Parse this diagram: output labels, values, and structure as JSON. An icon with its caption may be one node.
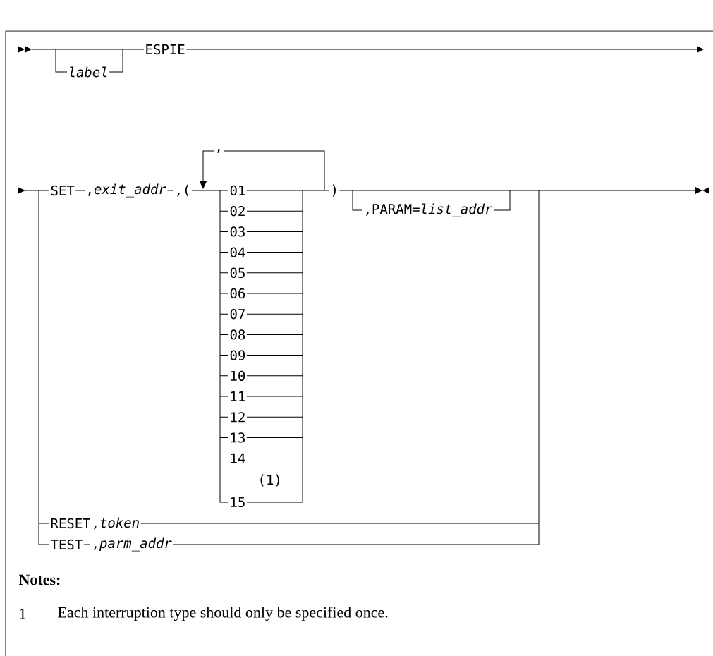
{
  "diagram": {
    "labels": [
      "ESPIE",
      "label",
      ",",
      "SET",
      ",*exit_addr*",
      ",(",
      "01",
      "02",
      "03",
      "04",
      "05",
      "06",
      "07",
      "08",
      "09",
      "10",
      "11",
      "12",
      "13",
      "14",
      "(1)",
      "15",
      ")",
      ",PARAM=*list_addr*",
      "RESET",
      ",*token*",
      "TEST",
      ",*parm_addr*",
      "Notes:",
      "1",
      "Each interruption type should only be specified once."
    ]
  }
}
